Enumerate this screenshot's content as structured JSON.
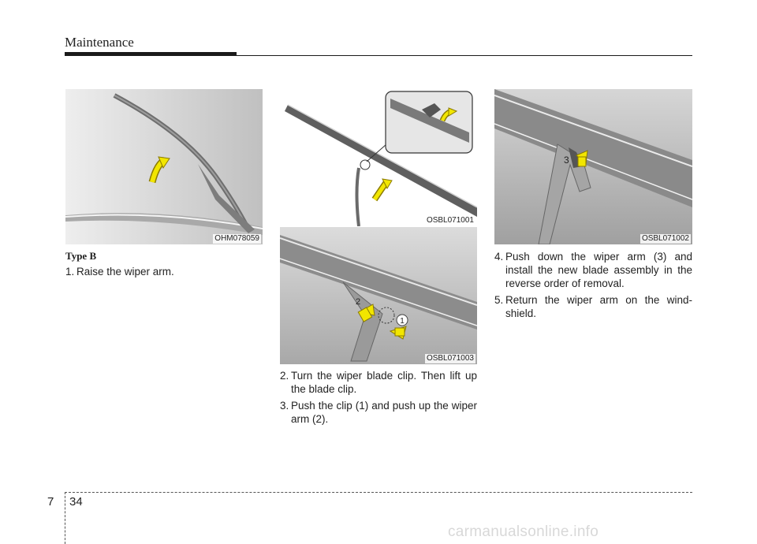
{
  "header": {
    "section": "Maintenance"
  },
  "figures": {
    "fig1": {
      "code": "OHM078059"
    },
    "fig2": {
      "code": "OSBL071001"
    },
    "fig3": {
      "code": "OSBL071003",
      "callout_1": "1",
      "callout_2": "2"
    },
    "fig4": {
      "code": "OSBL071002",
      "callout_3": "3"
    }
  },
  "content": {
    "type_title": "Type B",
    "steps": [
      {
        "num": "1.",
        "text": "Raise the wiper arm."
      },
      {
        "num": "2.",
        "text": "Turn the wiper blade clip. Then lift up the blade clip."
      },
      {
        "num": "3.",
        "text": "Push the clip (1) and push up the wiper arm (2)."
      },
      {
        "num": "4.",
        "text": "Push down the wiper arm (3) and install the new blade assembly in the reverse order of removal."
      },
      {
        "num": "5.",
        "text": "Return the wiper arm on the wind-shield."
      }
    ]
  },
  "footer": {
    "chapter": "7",
    "page": "34"
  },
  "watermark": "carmanualsonline.info",
  "colors": {
    "arrow_fill": "#f2e600",
    "arrow_stroke": "#8a7a00",
    "figure_bg": "#c9c9c9",
    "text": "#222222"
  }
}
